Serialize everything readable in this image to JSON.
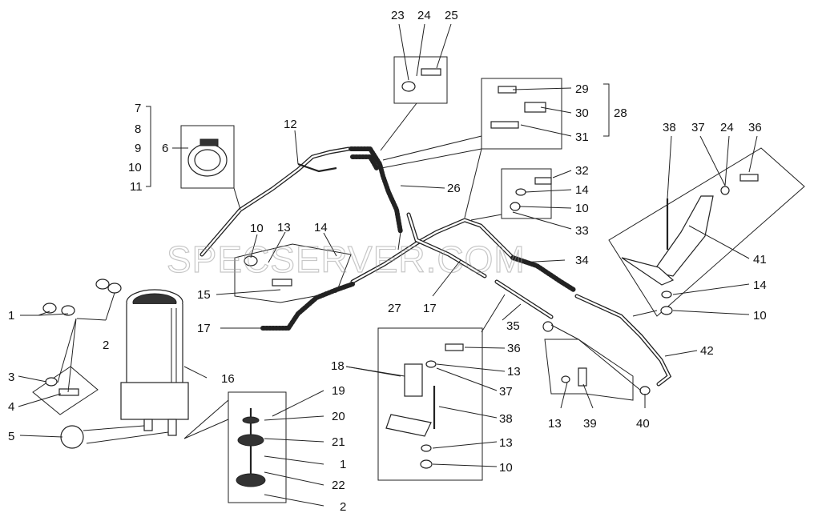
{
  "watermark": "SPECSERVER.COM",
  "callouts": [
    {
      "id": "c1a",
      "text": "1"
    },
    {
      "id": "c2a",
      "text": "2"
    },
    {
      "id": "c3",
      "text": "3"
    },
    {
      "id": "c4",
      "text": "4"
    },
    {
      "id": "c5",
      "text": "5"
    },
    {
      "id": "c6",
      "text": "6"
    },
    {
      "id": "c7",
      "text": "7"
    },
    {
      "id": "c8",
      "text": "8"
    },
    {
      "id": "c9",
      "text": "9"
    },
    {
      "id": "c10a",
      "text": "10"
    },
    {
      "id": "c11",
      "text": "11"
    },
    {
      "id": "c12",
      "text": "12"
    },
    {
      "id": "c10b",
      "text": "10"
    },
    {
      "id": "c13a",
      "text": "13"
    },
    {
      "id": "c14a",
      "text": "14"
    },
    {
      "id": "c15",
      "text": "15"
    },
    {
      "id": "c16",
      "text": "16"
    },
    {
      "id": "c17a",
      "text": "17"
    },
    {
      "id": "c17b",
      "text": "17"
    },
    {
      "id": "c18",
      "text": "18"
    },
    {
      "id": "c19",
      "text": "19"
    },
    {
      "id": "c20",
      "text": "20"
    },
    {
      "id": "c21",
      "text": "21"
    },
    {
      "id": "c1b",
      "text": "1"
    },
    {
      "id": "c22",
      "text": "22"
    },
    {
      "id": "c2b",
      "text": "2"
    },
    {
      "id": "c23",
      "text": "23"
    },
    {
      "id": "c24a",
      "text": "24"
    },
    {
      "id": "c25",
      "text": "25"
    },
    {
      "id": "c26",
      "text": "26"
    },
    {
      "id": "c27",
      "text": "27"
    },
    {
      "id": "c29",
      "text": "29"
    },
    {
      "id": "c30",
      "text": "30"
    },
    {
      "id": "c28",
      "text": "28"
    },
    {
      "id": "c31",
      "text": "31"
    },
    {
      "id": "c32",
      "text": "32"
    },
    {
      "id": "c14b",
      "text": "14"
    },
    {
      "id": "c10c",
      "text": "10"
    },
    {
      "id": "c33",
      "text": "33"
    },
    {
      "id": "c34",
      "text": "34"
    },
    {
      "id": "c35",
      "text": "35"
    },
    {
      "id": "c36a",
      "text": "36"
    },
    {
      "id": "c13b",
      "text": "13"
    },
    {
      "id": "c37a",
      "text": "37"
    },
    {
      "id": "c38a",
      "text": "38"
    },
    {
      "id": "c13c",
      "text": "13"
    },
    {
      "id": "c10d",
      "text": "10"
    },
    {
      "id": "c38b",
      "text": "38"
    },
    {
      "id": "c37b",
      "text": "37"
    },
    {
      "id": "c24b",
      "text": "24"
    },
    {
      "id": "c36b",
      "text": "36"
    },
    {
      "id": "c41",
      "text": "41"
    },
    {
      "id": "c14c",
      "text": "14"
    },
    {
      "id": "c10e",
      "text": "10"
    },
    {
      "id": "c42",
      "text": "42"
    },
    {
      "id": "c13d",
      "text": "13"
    },
    {
      "id": "c39",
      "text": "39"
    },
    {
      "id": "c40",
      "text": "40"
    }
  ]
}
